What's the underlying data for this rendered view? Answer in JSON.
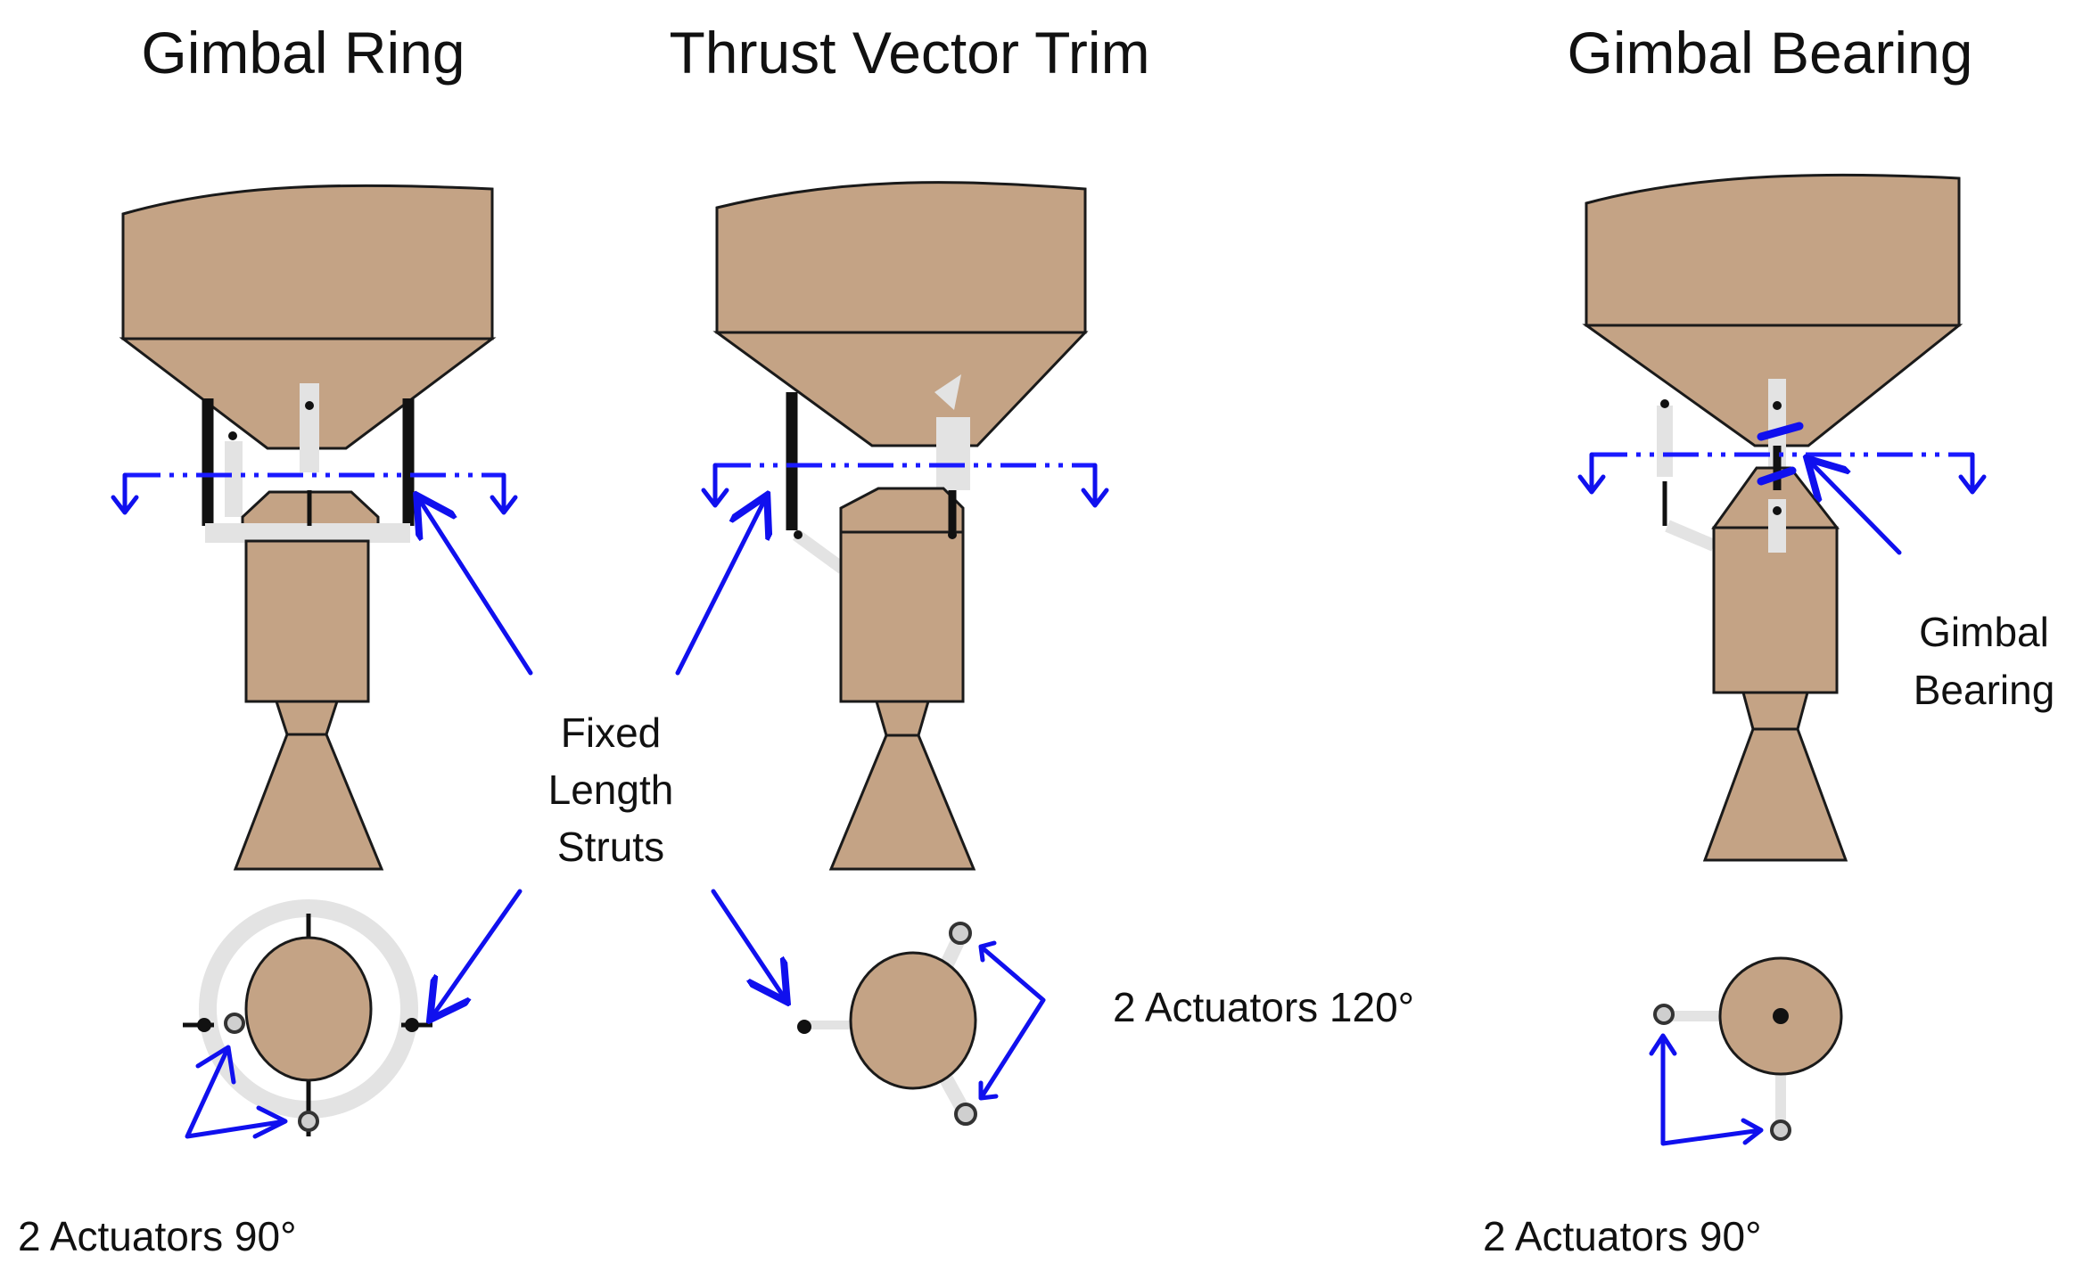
{
  "panels": {
    "gimbal_ring": {
      "title": "Gimbal Ring",
      "caption": "2 Actuators 90°"
    },
    "thrust_vector_trim": {
      "title": "Thrust Vector Trim",
      "caption": "2 Actuators 120°"
    },
    "gimbal_bearing": {
      "title": "Gimbal Bearing",
      "caption": "2 Actuators 90°",
      "callout_lines": [
        "Gimbal",
        "Bearing"
      ]
    }
  },
  "shared_callout": {
    "lines": [
      "Fixed",
      "Length",
      "Struts"
    ]
  },
  "colors": {
    "body_fill": "#c4a385",
    "arrow_blue": "#1010ee",
    "actuator_grey": "#e3e3e3",
    "strut_black": "#111111"
  }
}
